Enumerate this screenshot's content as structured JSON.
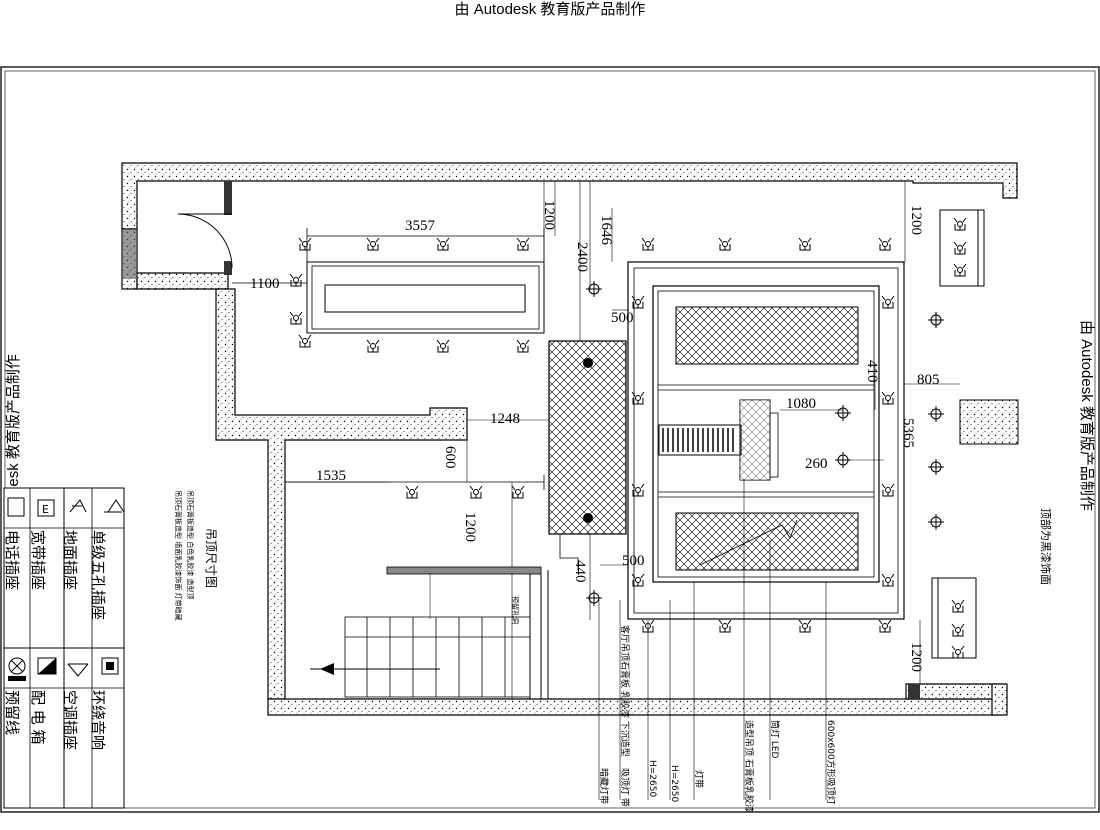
{
  "watermark": "由 Autodesk 教育版产品制作",
  "dimensions": {
    "d3557": "3557",
    "d1200a": "1200",
    "d1646": "1646",
    "d2400": "2400",
    "d1200b": "1200",
    "d1100": "1100",
    "d500a": "500",
    "d410": "410",
    "d805": "805",
    "d1080": "1080",
    "d5365": "5365",
    "d260": "260",
    "d1248": "1248",
    "d600": "600",
    "d1535": "1535",
    "d1200c": "1200",
    "d500b": "500",
    "d440": "440",
    "d1200d": "1200"
  },
  "legend": {
    "items": [
      {
        "label": "单级五孔插座"
      },
      {
        "label": "地面插座"
      },
      {
        "label": "宽带插座"
      },
      {
        "label": "电话插座"
      },
      {
        "label": "环绕音响"
      },
      {
        "label": "空调插座"
      },
      {
        "label": "配 电 箱"
      },
      {
        "label": "预留线"
      }
    ]
  },
  "annotations": {
    "ceiling_title": "吊顶尺寸图",
    "right_note": "顶部为黑漆饰面",
    "left_note_1": "吊顶石膏板造型 墙面乳胶漆饰面 灯带暗藏",
    "left_note_2": "吊顶石膏板造型 白色乳胶漆 造型顶",
    "hole_note": "预留孔洞",
    "leader_labels": [
      "600x600方形吸顶灯",
      "筒灯 LED",
      "造型吊顶 石膏板乳胶漆",
      "灯带",
      "H=2650",
      "H=2650",
      "吸顶灯 带",
      "客厅吊顶石膏板 乳胶漆 下沉造型",
      "暗藏灯带"
    ]
  },
  "colors": {
    "line": "#000000",
    "background": "#ffffff"
  }
}
